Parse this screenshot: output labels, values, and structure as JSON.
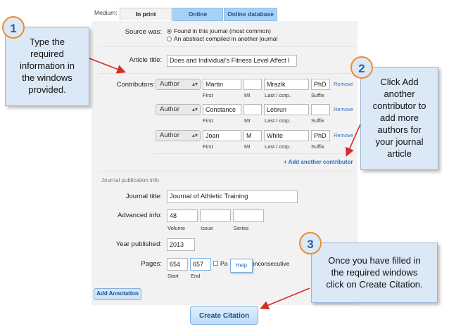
{
  "tabs": {
    "medium_label": "Medium:",
    "items": [
      "In print",
      "Online",
      "Online database"
    ]
  },
  "source": {
    "label": "Source was:",
    "options": [
      "Found in this journal (most common)",
      "An abstract compiled in another journal"
    ]
  },
  "article": {
    "label": "Article title:",
    "value": "Does and Individual's Fitness Level Affect I"
  },
  "contributors": {
    "label": "Contributors:",
    "rows": [
      {
        "role": "Author",
        "first": "Martin",
        "mi": "",
        "last": "Mrazik",
        "suffix": "PhD",
        "remove": "Remove"
      },
      {
        "role": "Author",
        "first": "Constance",
        "mi": "",
        "last": "Lebrun",
        "suffix": "",
        "remove": "Remove"
      },
      {
        "role": "Author",
        "first": "Joan",
        "mi": "M",
        "last": "White",
        "suffix": "PhD",
        "remove": "Remove"
      }
    ],
    "sublabels": {
      "first": "First",
      "mi": "MI",
      "last": "Last / corp.",
      "suffix": "Suffix"
    },
    "add_link": "+ Add another contributor"
  },
  "journal": {
    "section_title": "Journal publication info",
    "title_label": "Journal title:",
    "title_value": "Journal of Athletic Training",
    "advanced_label": "Advanced info:",
    "volume": "48",
    "volume_label": "Volume",
    "issue_label": "Issue",
    "series_label": "Series",
    "year_label": "Year published:",
    "year_value": "2013",
    "pages_label": "Pages:",
    "start": "654",
    "end": "657",
    "start_label": "Start",
    "end_label": "End",
    "pag_text": "Pa",
    "nonconsec_text": "onconsecutive",
    "help": "Help"
  },
  "buttons": {
    "add_annotation": "Add Annotation",
    "create_citation": "Create Citation"
  },
  "callouts": [
    {
      "number": "1",
      "lines": [
        "Type the",
        "required",
        "information in",
        "the windows",
        "provided."
      ]
    },
    {
      "number": "2",
      "lines": [
        "Click Add",
        "another",
        "contributor to",
        "add more",
        "authors for",
        "your journal",
        "article"
      ]
    },
    {
      "number": "3",
      "lines": [
        "Once you have filled in",
        "the required windows",
        "click on Create Citation."
      ]
    }
  ],
  "colors": {
    "accent": "#2e6fc4",
    "callout_bg": "#dbe8f6",
    "badge_border": "#f08b2e",
    "arrow": "#d62b2b"
  }
}
